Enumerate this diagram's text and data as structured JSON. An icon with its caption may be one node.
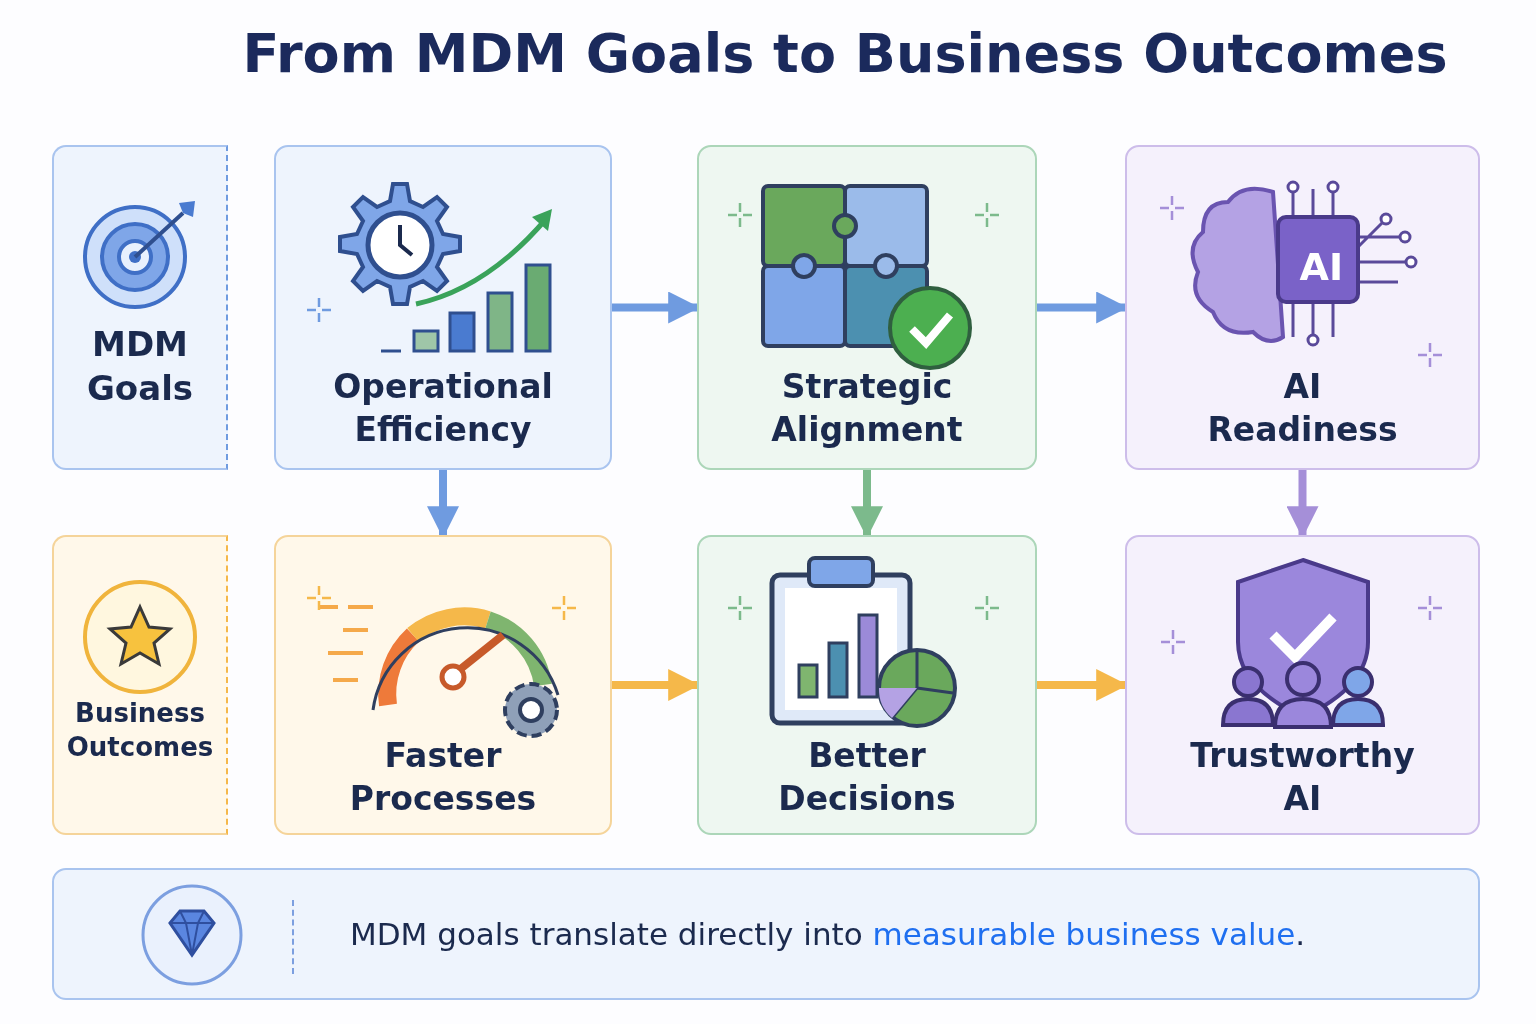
{
  "diagram": {
    "title": "From MDM Goals to Business Outcomes",
    "nodes": [
      {
        "text": [
          "MDM Goals"
        ]
      },
      {
        "text": [
          "Operational Efficiency"
        ]
      },
      {
        "text": [
          "Strategic Alignment"
        ]
      },
      {
        "text": [
          "AI Readiness"
        ]
      },
      {
        "text": [
          "Business Outcomes"
        ]
      },
      {
        "text": [
          "Faster Processes"
        ]
      },
      {
        "text": [
          "Better Decisions"
        ]
      },
      {
        "text": [
          "Trustworthy AI"
        ]
      },
      {
        "text": [
          "MDM goals translate directly into **measurable business value**."
        ]
      }
    ],
    "edges": [
      {
        "from": 1,
        "to": 2,
        "arrow": "to"
      },
      {
        "from": 2,
        "to": 3,
        "arrow": "to"
      },
      {
        "from": 1,
        "to": 5,
        "arrow": "to"
      },
      {
        "from": 2,
        "to": 6,
        "arrow": "to",
        "color": "#7cba8c"
      },
      {
        "from": 3,
        "to": 7,
        "arrow": "to",
        "color": "#a58fd8"
      },
      {
        "from": 5,
        "to": 6,
        "arrow": "to",
        "color": "#f5b84a"
      },
      {
        "from": 6,
        "to": 7,
        "arrow": "to",
        "color": "#f5b84a"
      }
    ],
    "labels": [
      "AI"
    ]
  }
}
